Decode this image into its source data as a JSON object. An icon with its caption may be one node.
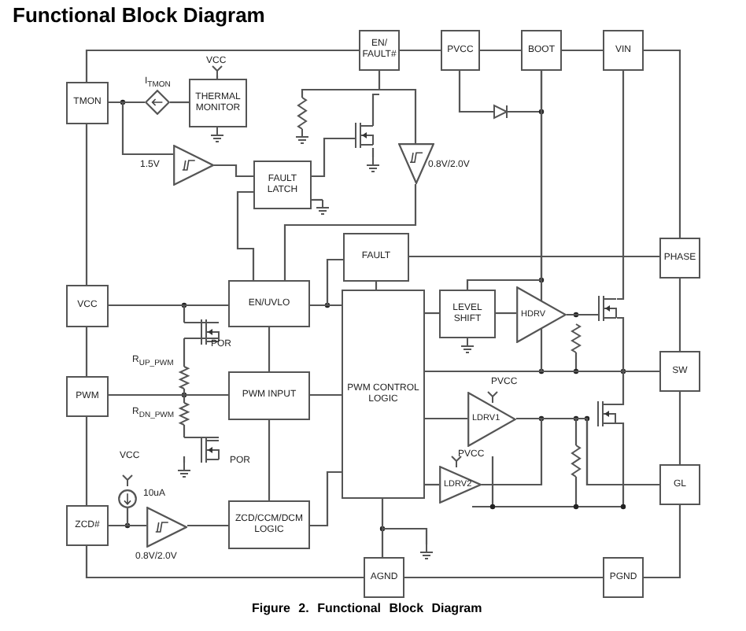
{
  "diagram": {
    "title": "Functional Block Diagram",
    "caption": "Figure 2. Functional Block Diagram",
    "nodes": [
      {
        "text": [
          "EN/FAULT#"
        ]
      },
      {
        "text": [
          "PVCC"
        ]
      },
      {
        "text": [
          "BOOT"
        ]
      },
      {
        "text": [
          "VIN"
        ]
      },
      {
        "text": [
          "THERMAL MONITOR"
        ]
      },
      {
        "text": [
          "TMON"
        ]
      },
      {
        "text": [],
        "shape": "diamond",
        "beside": [
          "I$_{TMON}$"
        ]
      },
      {
        "text": [],
        "shape": "triangle",
        "beside": [
          "0.8V/2.0V"
        ]
      },
      {
        "text": [],
        "shape": "triangle",
        "beside": [
          "1.5V"
        ]
      },
      {
        "text": [
          "FAULT LATCH"
        ]
      },
      {
        "text": [
          "FAULT"
        ]
      },
      {
        "text": [
          "PHASE"
        ]
      },
      {
        "text": [
          "VCC"
        ]
      },
      {
        "text": [
          "HDRV"
        ]
      },
      {
        "text": [
          "EN/UVLO"
        ]
      },
      {
        "text": [
          "PWM CONTROL LOGIC"
        ]
      },
      {
        "text": [
          "LEVEL SHIFT"
        ]
      },
      {
        "text": [
          "SW"
        ]
      },
      {
        "text": [
          "PWM"
        ]
      },
      {
        "text": [
          "PWM INPUT"
        ]
      },
      {
        "text": [
          "LDRV1"
        ]
      },
      {
        "text": [
          "GL"
        ]
      },
      {
        "text": [
          "LDRV2"
        ]
      },
      {
        "text": [
          "ZCD#"
        ]
      },
      {
        "text": [],
        "shape": "triangle",
        "beside": [
          "0.8V/2.0V"
        ]
      },
      {
        "text": [
          "ZCD/CCM/DCM LOGIC"
        ]
      },
      {
        "text": [
          "AGND"
        ]
      },
      {
        "text": [
          "PGND"
        ]
      },
      {
        "text": [],
        "shape": "circle",
        "beside": [
          "10uA"
        ]
      },
      {
        "text": [],
        "shape": "transistor"
      }
    ],
    "edges": [
      {
        "from": 5,
        "to": 6,
        "arrow": "none"
      },
      {
        "from": 6,
        "to": 4,
        "arrow": "none"
      },
      {
        "from": 5,
        "to": 8,
        "arrow": "none"
      },
      {
        "from": 8,
        "to": 9,
        "arrow": "none"
      },
      {
        "from": 5,
        "to": 0,
        "arrow": "none"
      },
      {
        "from": 0,
        "to": 1,
        "arrow": "none"
      },
      {
        "from": 1,
        "to": 2,
        "arrow": "none"
      },
      {
        "from": 2,
        "to": 3,
        "arrow": "none"
      },
      {
        "from": 3,
        "to": 11,
        "arrow": "none"
      },
      {
        "from": 0,
        "to": 7,
        "arrow": "none"
      },
      {
        "from": 7,
        "to": 14,
        "arrow": "none"
      },
      {
        "from": 9,
        "to": 14,
        "arrow": "none"
      },
      {
        "from": 10,
        "to": 11,
        "arrow": "none"
      },
      {
        "from": 10,
        "to": 15,
        "arrow": "none"
      },
      {
        "from": 12,
        "to": 14,
        "arrow": "none"
      },
      {
        "from": 5,
        "to": 12,
        "arrow": "none"
      },
      {
        "from": 12,
        "to": 18,
        "arrow": "none"
      },
      {
        "from": 18,
        "to": 23,
        "arrow": "none"
      },
      {
        "from": 23,
        "to": 26,
        "arrow": "none"
      },
      {
        "from": 18,
        "to": 19,
        "arrow": "none"
      },
      {
        "from": 14,
        "to": 19,
        "arrow": "none"
      },
      {
        "from": 19,
        "to": 25,
        "arrow": "none"
      },
      {
        "from": 19,
        "to": 15,
        "arrow": "none"
      },
      {
        "from": 23,
        "to": 24,
        "arrow": "none"
      },
      {
        "from": 24,
        "to": 25,
        "arrow": "none"
      },
      {
        "from": 25,
        "to": 15,
        "arrow": "none"
      },
      {
        "from": 15,
        "to": 16,
        "arrow": "none"
      },
      {
        "from": 16,
        "to": 13,
        "arrow": "none"
      },
      {
        "from": 15,
        "to": 17,
        "arrow": "none"
      },
      {
        "from": 15,
        "to": 20,
        "arrow": "none"
      },
      {
        "from": 15,
        "to": 22,
        "arrow": "none"
      },
      {
        "from": 20,
        "to": 21,
        "arrow": "none"
      },
      {
        "from": 2,
        "to": 13,
        "arrow": "none"
      },
      {
        "from": 15,
        "to": 26,
        "arrow": "none"
      },
      {
        "from": 26,
        "to": 27,
        "arrow": "none"
      },
      {
        "from": 11,
        "to": 17,
        "arrow": "none"
      },
      {
        "from": 17,
        "to": 21,
        "arrow": "none"
      },
      {
        "from": 21,
        "to": 27,
        "arrow": "none"
      },
      {
        "from": 22,
        "to": 21,
        "arrow": "none"
      },
      {
        "from": 10,
        "to": 14,
        "arrow": "none"
      },
      {
        "from": 14,
        "to": 15,
        "arrow": "none"
      },
      {
        "from": 2,
        "to": 16,
        "arrow": "none"
      },
      {
        "from": 28,
        "to": 23,
        "arrow": "none"
      },
      {
        "from": 3,
        "to": 29,
        "arrow": "none"
      },
      {
        "from": 29,
        "to": 17,
        "arrow": "none"
      },
      {
        "from": 13,
        "to": 29,
        "arrow": "none"
      },
      {
        "from": 13,
        "to": 17,
        "arrow": "none"
      }
    ],
    "labels": [
      "VCC",
      "POR",
      "R$_{UP_PWM}$",
      "PVCC",
      "R$_{DN_PWM}$",
      "POR",
      "PVCC",
      "VCC"
    ]
  }
}
